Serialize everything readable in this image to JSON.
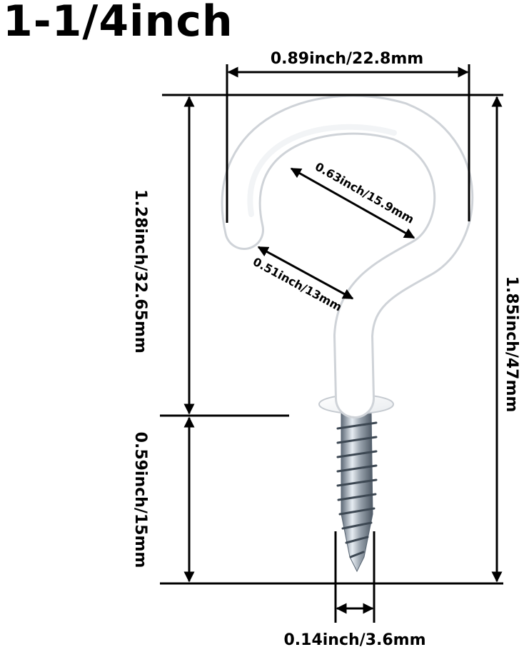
{
  "title": "1-1/4inch",
  "dimensions": {
    "overall_width": "0.89inch/22.8mm",
    "inner_diameter": "0.63inch/15.9mm",
    "opening": "0.51inch/13mm",
    "hook_height": "1.28inch/32.65mm",
    "total_length": "1.85inch/47mm",
    "thread_length": "0.59inch/15mm",
    "shank_diameter": "0.14inch/3.6mm"
  },
  "colors": {
    "hook_coating": "#ffffff",
    "hook_outline": "#cfd3d8",
    "screw_metal": "#9aa4ae",
    "dimension_lines": "#000000",
    "background": "#ffffff"
  }
}
